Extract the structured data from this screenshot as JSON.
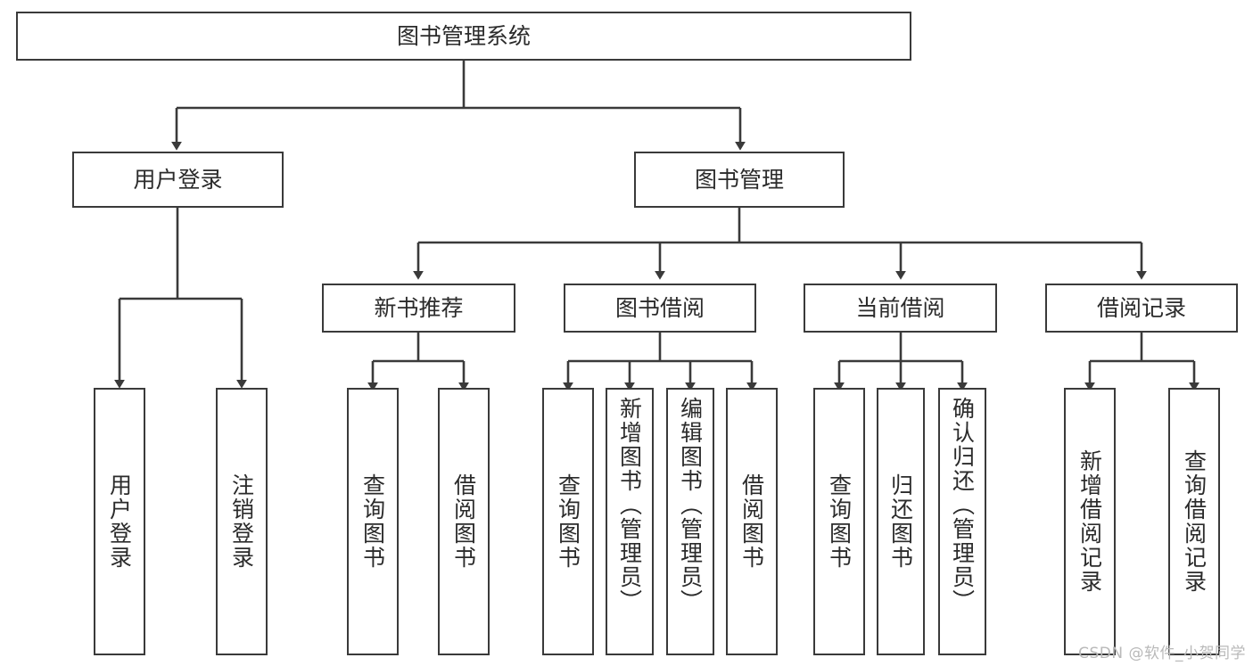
{
  "diagram": {
    "title": "图书管理系统",
    "type": "tree-hierarchy",
    "watermark": "CSDN @软件_小贺同学",
    "colors": {
      "stroke": "#3a3a3a",
      "fill": "#ffffff",
      "text": "#2b2b2b",
      "watermark": "#b9b9b9"
    },
    "nodes": {
      "root": {
        "label": "图书管理系统"
      },
      "level1": [
        {
          "label": "用户登录"
        },
        {
          "label": "图书管理"
        }
      ],
      "level2": [
        {
          "label": "新书推荐"
        },
        {
          "label": "图书借阅"
        },
        {
          "label": "当前借阅"
        },
        {
          "label": "借阅记录"
        }
      ],
      "leaves_user_login": [
        {
          "label": "用户登录"
        },
        {
          "label": "注销登录"
        }
      ],
      "leaves_new_book": [
        {
          "label": "查询图书"
        },
        {
          "label": "借阅图书"
        }
      ],
      "leaves_borrow": [
        {
          "label": "查询图书"
        },
        {
          "label": "新增图书（管理员）"
        },
        {
          "label": "编辑图书（管理员）"
        },
        {
          "label": "借阅图书"
        }
      ],
      "leaves_current": [
        {
          "label": "查询图书"
        },
        {
          "label": "归还图书"
        },
        {
          "label": "确认归还（管理员）"
        }
      ],
      "leaves_records": [
        {
          "label": "新增借阅记录"
        },
        {
          "label": "查询借阅记录"
        }
      ]
    }
  }
}
